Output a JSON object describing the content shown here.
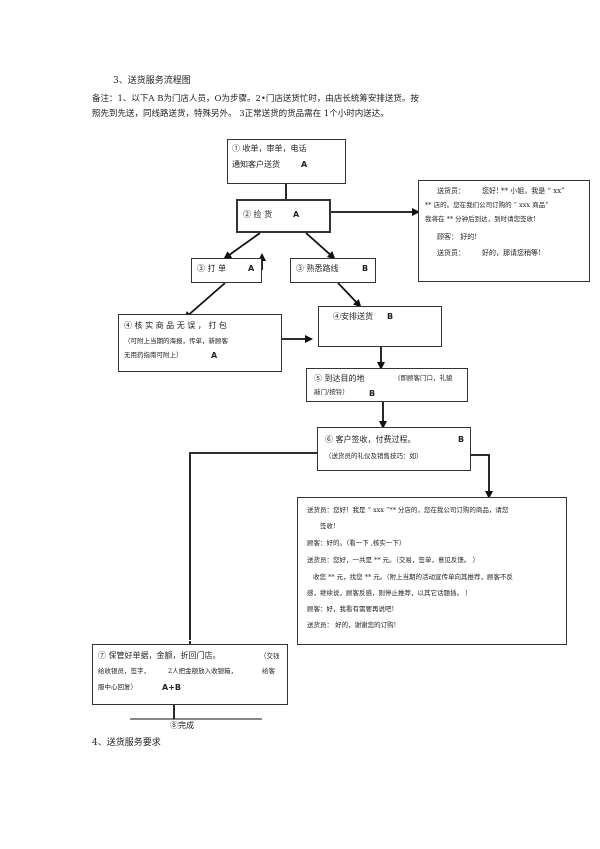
{
  "section_title": "3、送货服务流程图",
  "notes": {
    "line1": "备注：1、以下A  B为门店人员，O为步骤。2•门店送货忙时，由店长统筹安排送货。按",
    "line2": "照先到先送，同线路送货，特殊另外。       3正常送货的货品需在  1个小时内送达。"
  },
  "steps": {
    "s1": {
      "text1": "①  收单，审单，电话",
      "text2": "通知客户送货",
      "role": "A"
    },
    "s2": {
      "text": "②  捡  货",
      "role": "A"
    },
    "s3": {
      "text": "③   打  单",
      "role": "A"
    },
    "s3b": {
      "text": "③  熟悉路线",
      "role": "B"
    },
    "s4": {
      "text": "④     核  实  商  品  无  误  ， 打  包",
      "note1": "（可附上当期的海报，传单，新顾客",
      "note2": "无用药指南可附上）",
      "role": "A"
    },
    "s4b": {
      "text": "④安排送货",
      "role": "B"
    },
    "s5": {
      "text": "⑤     到达目的地",
      "note1": "(即顾客门口，礼貌",
      "note2": "敲门/按铃）",
      "role": "B"
    },
    "s6": {
      "text": "⑥  客户签收，付费过程。",
      "note": "（送货员的礼仪及销售技巧：如）",
      "role": "B"
    },
    "s7": {
      "text": "⑦  保管好单据，金额，折回门店。",
      "note_a": "（交钱",
      "note2": "给收银员，签字，",
      "note2b": "2人把金额放入收银箱，",
      "note2c": "给客",
      "note3": "服中心回复）",
      "role": "A+B"
    },
    "s8": {
      "text": "⑧完成"
    }
  },
  "dialog1": {
    "l1a": "送货员：",
    "l1b": "您好!  ** 小姐，我是 “  xx”",
    "l2": "** 店的。您在我们公司订购的 “   xxx 商品”",
    "l3": "我将在 ** 分钟后到达，到时请您签收!",
    "l4": "顾客：   好的!",
    "l5a": "送货员：",
    "l5b": "好的，那请您稍等!"
  },
  "dialog2": {
    "l1": "送货员：您好！我是 “  xxx ”** 分店的，您在我公司订购的商品，请您",
    "l2": "签收!",
    "l3": "顾客：好的。（看一下  ,核实一下）",
    "l4": "送货员：您好，一共是   ** 元。（交易，签单，意见反馈。   ）",
    "l5": "收您 ** 元，找您 ** 元。（附上当期的活动宣传单向其推荐，顾客不反",
    "l6": "感，继续说，顾客反感，则停止推荐，以其它话题插。        ）",
    "l7": "顾客：好，我看有需要再说吧!",
    "l8": "送货员：   好的，谢谢您的订购!"
  },
  "footer_title": "4、送货服务要求"
}
